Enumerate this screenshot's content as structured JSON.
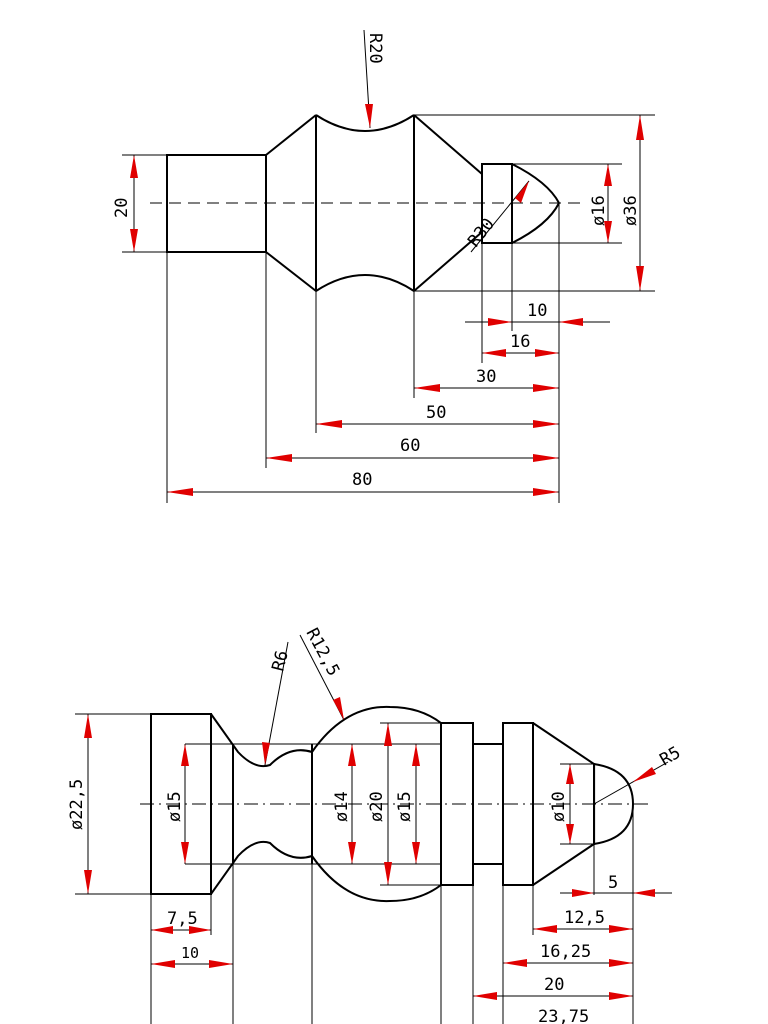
{
  "drawing_top": {
    "radius_neck": "R20",
    "radius_tip": "R30",
    "dia_left": "20",
    "dia_tip": "ø16",
    "dia_max": "ø36",
    "len_10": "10",
    "len_16": "16",
    "len_30": "30",
    "len_50": "50",
    "len_60": "60",
    "len_80": "80"
  },
  "drawing_bottom": {
    "radius_neck": "R6",
    "radius_ball": "R12,5",
    "radius_tip": "R5",
    "dia_outer": "ø22,5",
    "dia_head": "ø15",
    "dia_neck": "ø14",
    "dia_ball": "ø20",
    "dia_collar": "ø15",
    "dia_tip": "ø10",
    "len_7_5": "7,5",
    "len_10": "10",
    "len_5": "5",
    "len_12_5": "12,5",
    "len_16_25": "16,25",
    "len_20": "20",
    "len_23_75": "23,75"
  }
}
